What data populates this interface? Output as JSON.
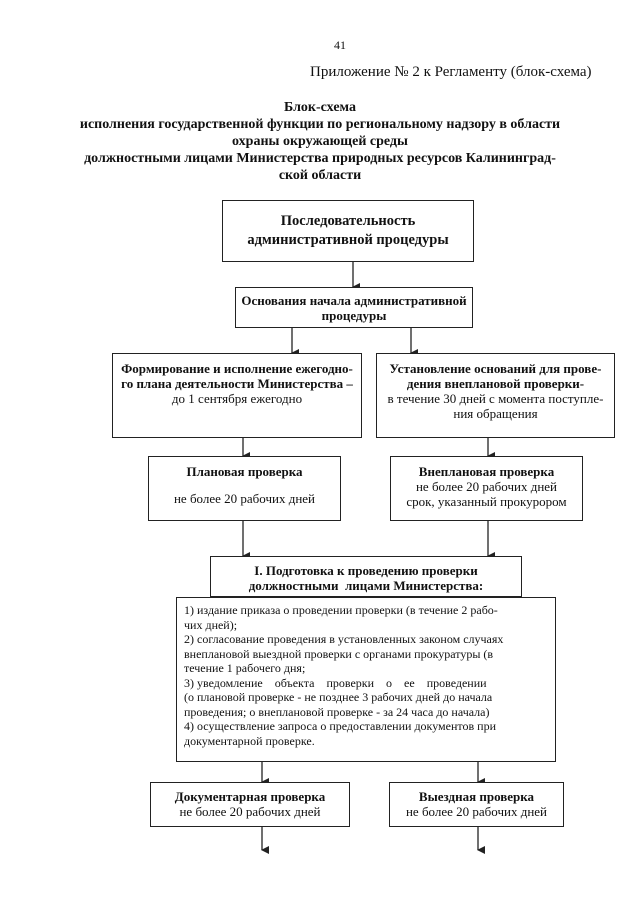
{
  "page": {
    "number": "41",
    "appendix": "Приложение № 2 к Регламенту (блок-схема)"
  },
  "title": {
    "line1": "Блок-схема",
    "line2": "исполнения государственной функции по региональному надзору в области",
    "line3": "охраны окружающей среды",
    "line4": "должностными лицами Министерства природных ресурсов Калининград-",
    "line5": "ской области"
  },
  "boxes": {
    "sequence": {
      "line1": "Последовательность",
      "line2": "административной процедуры"
    },
    "grounds": {
      "line1": "Основания начала административной",
      "line2": "процедуры"
    },
    "annual_plan": {
      "line1": "Формирование и исполнение ежегодно-",
      "line2": "го плана деятельности Министерства –",
      "line3": "до 1 сентября ежегодно"
    },
    "unplanned_grounds": {
      "line1": "Установление оснований для прове-",
      "line2": "дения внеплановой проверки-",
      "line3": "в течение 30 дней с момента поступле-",
      "line4": "ния обращения"
    },
    "planned_check": {
      "title": "Плановая проверка",
      "line1": "не более 20 рабочих дней"
    },
    "unplanned_check": {
      "title": "Внеплановая проверка",
      "line1": "не более 20 рабочих дней",
      "line2": "срок, указанный прокурором"
    },
    "preparation": {
      "line1": "I. Подготовка к проведению проверки",
      "line2": "должностными  лицами Министерства:"
    },
    "steps": {
      "s1a": "1) издание приказа о проведении проверки (в течение 2 рабо-",
      "s1b": "чих дней);",
      "s2a": "2) согласование проведения в установленных законом случаях",
      "s2b": "внеплановой выездной проверки с органами прокуратуры (в",
      "s2c": "течение 1 рабочего дня;",
      "s3a": "3) уведомление    объекта    проверки    о    ее    проведении",
      "s3b": "(о плановой проверке - не позднее 3 рабочих дней до начала",
      "s3c": "проведения; о внеплановой проверке - за 24 часа до начала)",
      "s4a": "4) осуществление запроса о предоставлении документов при",
      "s4b": "документарной проверке."
    },
    "documentary_check": {
      "title": "Документарная проверка",
      "line1": "не более 20 рабочих дней"
    },
    "onsite_check": {
      "title": "Выездная проверка",
      "line1": "не более 20 рабочих дней"
    }
  }
}
